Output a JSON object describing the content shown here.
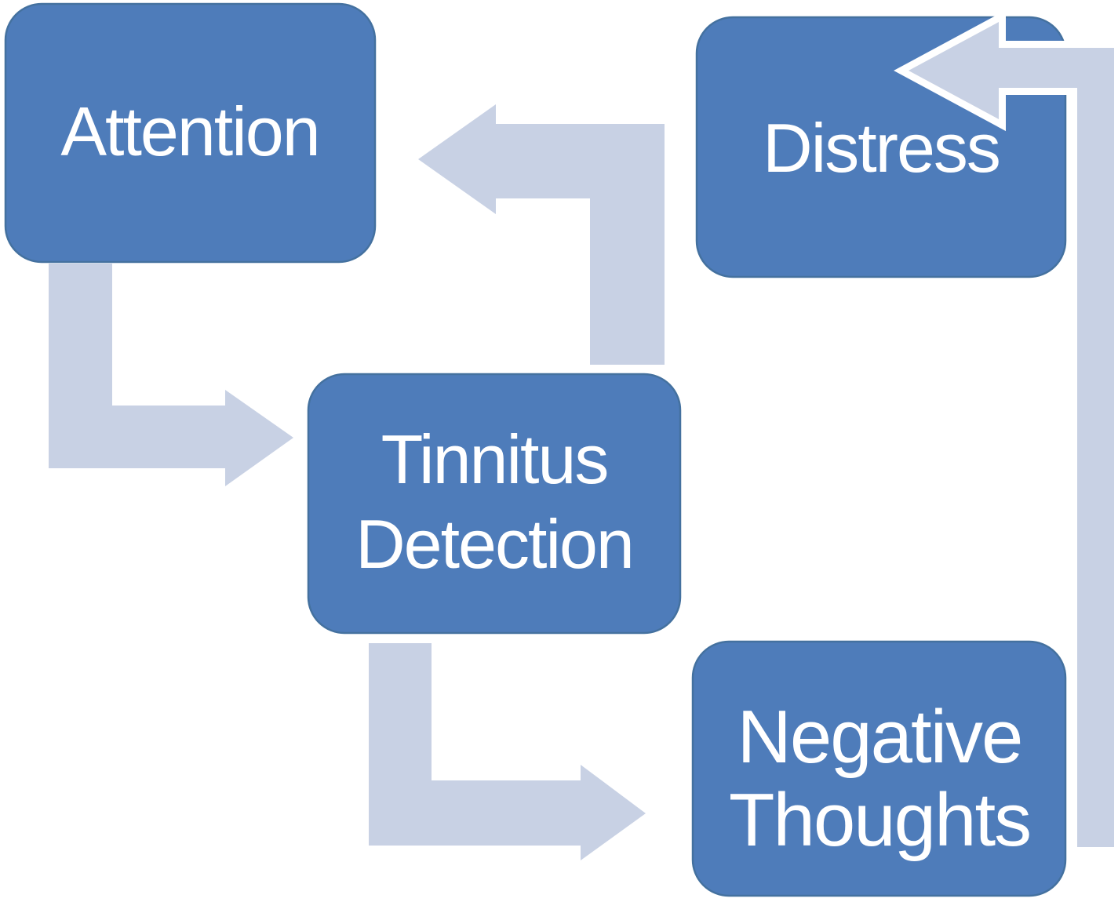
{
  "diagram": {
    "title": "Tinnitus distress cycle diagram",
    "type": "cycle",
    "background": "#ffffff",
    "colors": {
      "node_fill": "#4e7cba",
      "node_edge": "#44719f",
      "arrow_fill": "#c8d1e4",
      "arrow_outline": "#ffffff",
      "label_text": "#ffffff"
    },
    "nodes": {
      "attention": {
        "label": "Attention"
      },
      "tinnitus_detection": {
        "line1": "Tinnitus",
        "line2": "Detection",
        "label": "Tinnitus Detection"
      },
      "distress": {
        "label": "Distress"
      },
      "negative_thoughts": {
        "line1": "Negative",
        "line2": "Thoughts",
        "label": "Negative Thoughts"
      }
    },
    "arrows": [
      {
        "id": "a1",
        "starts_at": "attention",
        "points_to": "tinnitus_detection",
        "path": "down-then-right",
        "white_outline": false
      },
      {
        "id": "a2",
        "starts_at": "tinnitus_detection",
        "points_to": "attention",
        "path": "up-then-left",
        "white_outline": false
      },
      {
        "id": "a3",
        "starts_at": "tinnitus_detection",
        "points_to": "negative_thoughts",
        "path": "down-then-right",
        "white_outline": false
      },
      {
        "id": "a4",
        "starts_at": "negative_thoughts",
        "points_to": "distress",
        "path": "up-then-left",
        "white_outline": true
      }
    ]
  }
}
